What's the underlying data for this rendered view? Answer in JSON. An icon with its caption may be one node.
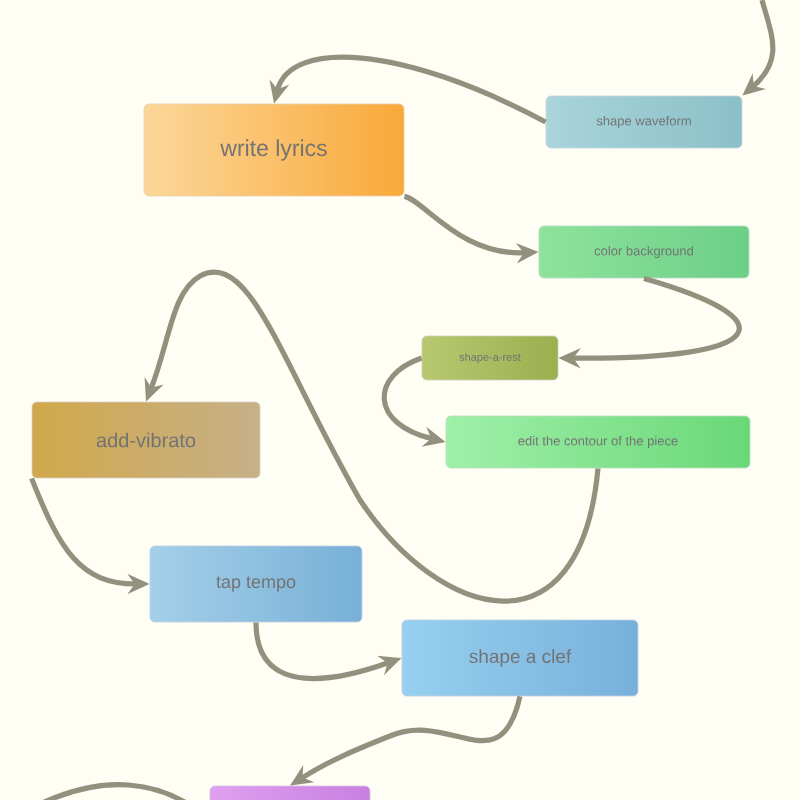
{
  "diagram": {
    "nodes": [
      {
        "text": [
          "shape waveform"
        ]
      },
      {
        "text": [
          "write lyrics"
        ]
      },
      {
        "text": [
          "color background"
        ]
      },
      {
        "text": [
          "shape-a-rest"
        ]
      },
      {
        "text": [
          "edit the contour of the piece"
        ]
      },
      {
        "text": [
          "add-vibrato"
        ]
      },
      {
        "text": [
          "tap tempo"
        ]
      },
      {
        "text": [
          "shape a clef"
        ]
      },
      {
        "text": [],
        "shape": "box"
      }
    ],
    "edges": [
      {
        "from": null,
        "to": 0,
        "arrow": "to"
      },
      {
        "from": 0,
        "to": 1,
        "arrow": "to"
      },
      {
        "from": 1,
        "to": 2,
        "arrow": "to"
      },
      {
        "from": 2,
        "to": 3,
        "arrow": "to"
      },
      {
        "from": 3,
        "to": 4,
        "arrow": "to"
      },
      {
        "from": 4,
        "to": 5,
        "arrow": "to"
      },
      {
        "from": 5,
        "to": 6,
        "arrow": "to"
      },
      {
        "from": 6,
        "to": 7,
        "arrow": "to"
      },
      {
        "from": 7,
        "to": 8,
        "arrow": "to"
      },
      {
        "from": 8,
        "to": null,
        "arrow": "none"
      }
    ]
  }
}
